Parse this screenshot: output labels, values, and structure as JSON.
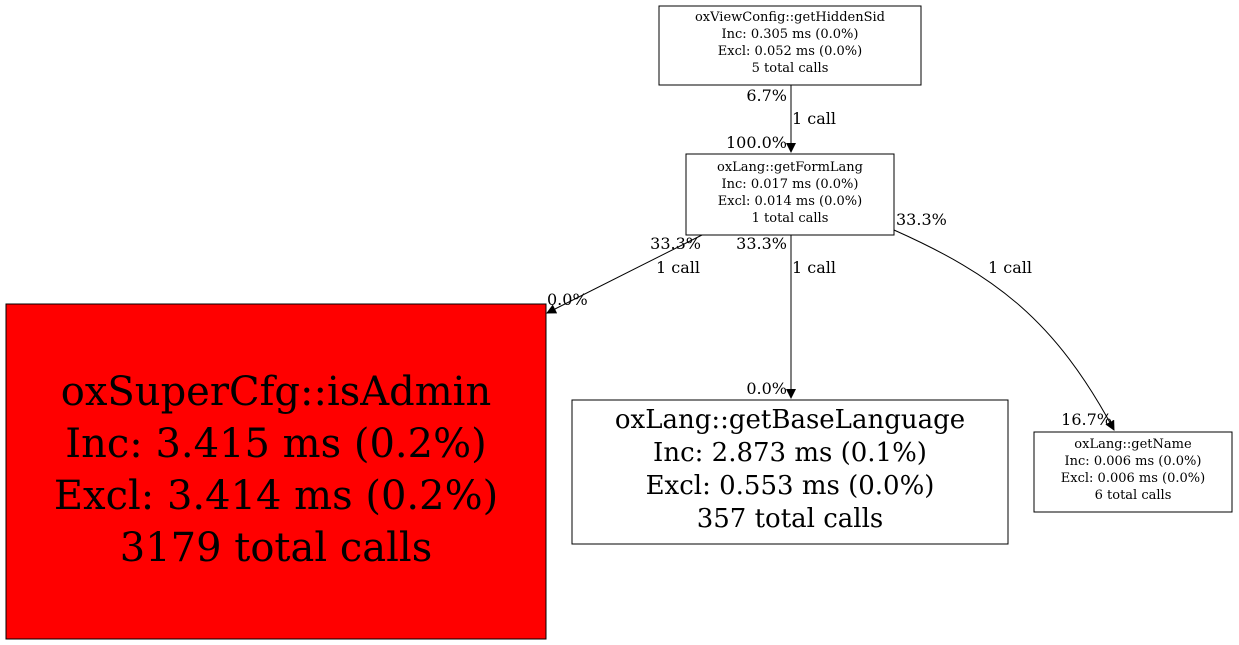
{
  "colors": {
    "hot_node_fill": "#ff0000",
    "node_fill": "#ffffff",
    "stroke": "#000000"
  },
  "nodes": {
    "getHiddenSid": {
      "name": "oxViewConfig::getHiddenSid",
      "inc": "Inc: 0.305 ms (0.0%)",
      "excl": "Excl: 0.052 ms (0.0%)",
      "calls": "5 total calls"
    },
    "getFormLang": {
      "name": "oxLang::getFormLang",
      "inc": "Inc: 0.017 ms (0.0%)",
      "excl": "Excl: 0.014 ms (0.0%)",
      "calls": "1 total calls"
    },
    "isAdmin": {
      "name": "oxSuperCfg::isAdmin",
      "inc": "Inc: 3.415 ms (0.2%)",
      "excl": "Excl: 3.414 ms (0.2%)",
      "calls": "3179 total calls"
    },
    "getBaseLanguage": {
      "name": "oxLang::getBaseLanguage",
      "inc": "Inc: 2.873 ms (0.1%)",
      "excl": "Excl: 0.553 ms (0.0%)",
      "calls": "357 total calls"
    },
    "getName": {
      "name": "oxLang::getName",
      "inc": "Inc: 0.006 ms (0.0%)",
      "excl": "Excl: 0.006 ms (0.0%)",
      "calls": "6 total calls"
    }
  },
  "edges": {
    "hiddenSid_to_formLang": {
      "tail_pct": "6.7%",
      "head_pct": "100.0%",
      "calls": "1 call"
    },
    "formLang_to_isAdmin": {
      "tail_pct": "33.3%",
      "head_pct": "0.0%",
      "calls": "1 call"
    },
    "formLang_to_baseLanguage": {
      "tail_pct": "33.3%",
      "head_pct": "0.0%",
      "calls": "1 call"
    },
    "formLang_to_getName": {
      "tail_pct": "33.3%",
      "head_pct": "16.7%",
      "calls": "1 call"
    }
  }
}
